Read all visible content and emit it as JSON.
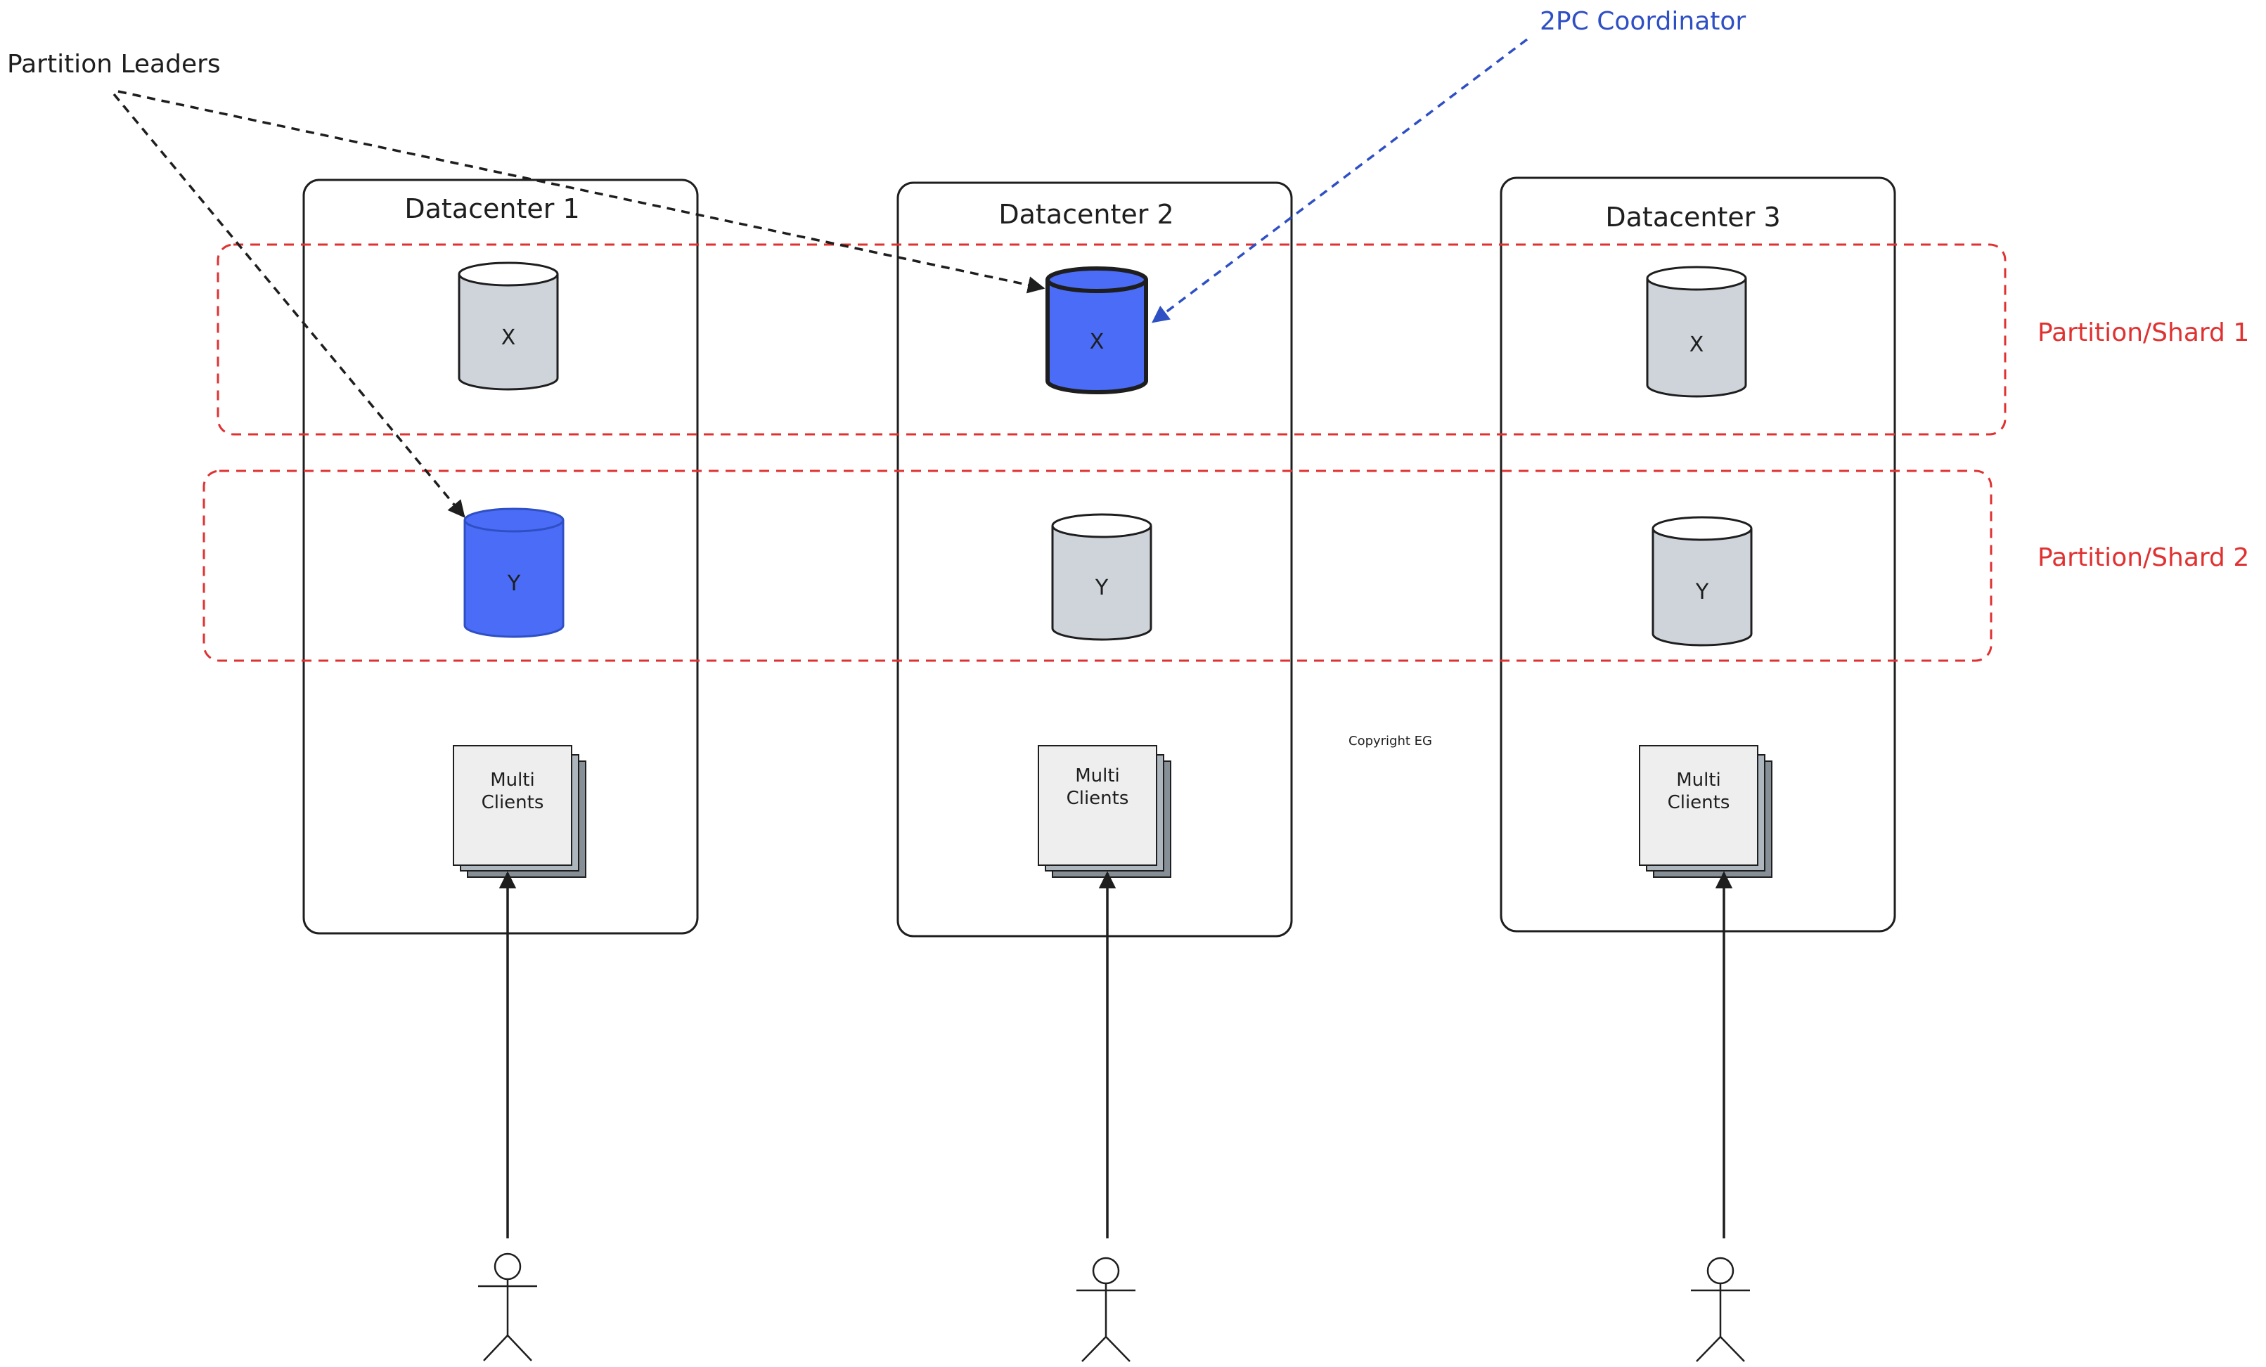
{
  "colors": {
    "ink": "#1e1e1e",
    "leader_fill": "#4a6cf7",
    "replica_fill": "#ced4da",
    "partition_border": "#e03131",
    "coordinator_arrow": "#2f4fc4",
    "client_fill": "#eeeeee",
    "client_stack": "#adb5bd"
  },
  "annotations": {
    "partition_leaders": "Partition Leaders",
    "coordinator": "2PC Coordinator",
    "copyright": "Copyright EG"
  },
  "partitions": [
    {
      "label": "Partition/Shard 1"
    },
    {
      "label": "Partition/Shard 2"
    }
  ],
  "datacenters": [
    {
      "title": "Datacenter 1",
      "nodes": [
        {
          "label": "X",
          "role": "replica"
        },
        {
          "label": "Y",
          "role": "leader"
        }
      ],
      "clients": {
        "line1": "Multi",
        "line2": "Clients"
      }
    },
    {
      "title": "Datacenter 2",
      "nodes": [
        {
          "label": "X",
          "role": "leader"
        },
        {
          "label": "Y",
          "role": "replica"
        }
      ],
      "clients": {
        "line1": "Multi",
        "line2": "Clients"
      }
    },
    {
      "title": "Datacenter 3",
      "nodes": [
        {
          "label": "X",
          "role": "replica"
        },
        {
          "label": "Y",
          "role": "replica"
        }
      ],
      "clients": {
        "line1": "Multi",
        "line2": "Clients"
      }
    }
  ],
  "icons": {
    "user": "stick-figure-icon",
    "database": "cylinder-icon",
    "clients": "stacked-documents-icon"
  }
}
